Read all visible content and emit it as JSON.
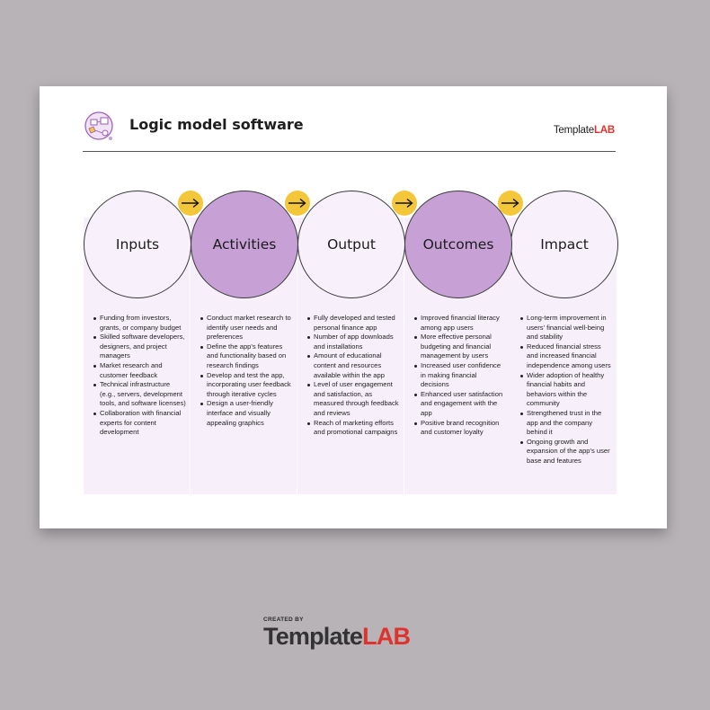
{
  "document": {
    "title": "Logic model software",
    "brand": {
      "part1": "Template",
      "part2": "LAB"
    }
  },
  "stages": [
    {
      "name": "Inputs",
      "style": "light",
      "items": [
        "Funding from investors, grants, or company budget",
        "Skilled software developers, designers, and project managers",
        "Market research and customer feedback",
        "Technical infrastructure (e.g., servers, development tools, and software licenses)",
        "Collaboration with financial experts for content development"
      ]
    },
    {
      "name": "Activities",
      "style": "dark",
      "items": [
        "Conduct market research to identify user needs and preferences",
        "Define the app's features and functionality based on research findings",
        "Develop and test the app, incorporating user feedback through iterative cycles",
        "Design a user-friendly interface and visually appealing graphics"
      ]
    },
    {
      "name": "Output",
      "style": "light",
      "items": [
        "Fully developed and tested personal finance app",
        "Number of app downloads and installations",
        "Amount of educational content and resources available within the app",
        "Level of user engagement and satisfaction, as measured through feedback and reviews",
        "Reach of marketing efforts and promotional campaigns"
      ]
    },
    {
      "name": "Outcomes",
      "style": "dark",
      "items": [
        "Improved financial literacy among app users",
        "More effective personal budgeting and financial management by users",
        "Increased user confidence in making financial decisions",
        "Enhanced user satisfaction and engagement with the app",
        "Positive brand recognition and customer loyalty"
      ]
    },
    {
      "name": "Impact",
      "style": "light",
      "items": [
        "Long-term improvement in users' financial well-being and stability",
        "Reduced financial stress and increased financial independence among users",
        "Wider adoption of healthy financial habits and behaviors within the community",
        "Strengthened trust in the app and the company behind it",
        "Ongoing growth and expansion of the app's user base and features"
      ]
    }
  ],
  "footer": {
    "created_by": "CREATED BY",
    "brand": {
      "part1": "Template",
      "part2": "LAB"
    }
  },
  "colors": {
    "accent_purple": "#c7a0d6",
    "light_purple": "#f7effa",
    "arrow_yellow": "#f4c73a",
    "brand_red": "#e0322c"
  },
  "icons": [
    "logic-model-icon",
    "arrow-right-icon"
  ]
}
